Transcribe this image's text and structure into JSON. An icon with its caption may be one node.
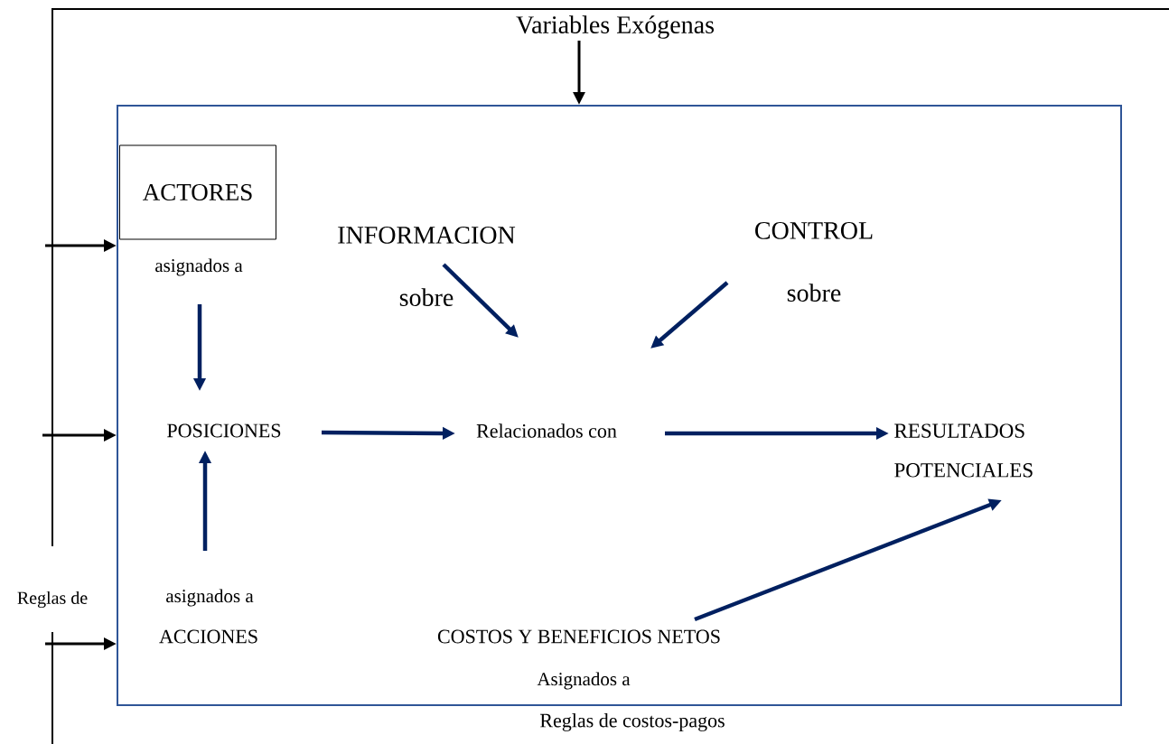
{
  "diagram": {
    "nodes": [
      {
        "text": [
          "Variables Exógenas"
        ]
      },
      {
        "text": [],
        "shape": "box"
      },
      {
        "text": [
          "ACTORES"
        ],
        "in": 1,
        "beside": [
          "asignados a"
        ]
      },
      {
        "text": [
          "INFORMACION",
          "sobre"
        ],
        "in": 1
      },
      {
        "text": [
          "CONTROL",
          "sobre"
        ],
        "in": 1
      },
      {
        "text": [
          "POSICIONES"
        ],
        "in": 1
      },
      {
        "text": [
          "Relacionados con"
        ],
        "in": 1
      },
      {
        "text": [
          "RESULTADOS POTENCIALES"
        ],
        "in": 1
      },
      {
        "text": [
          "ACCIONES"
        ],
        "in": 1,
        "beside": [
          "asignados a"
        ]
      },
      {
        "text": [
          "COSTOS Y BENEFICIOS NETOS"
        ],
        "in": 1,
        "beside": [
          "Asignados a"
        ]
      }
    ],
    "edges": [
      {
        "from": 0,
        "to": 1,
        "arrow": "to",
        "color": "#000000"
      },
      {
        "from": null,
        "to": 1,
        "arrow": "to",
        "color": "#000000"
      },
      {
        "from": null,
        "to": 1,
        "arrow": "to",
        "color": "#000000"
      },
      {
        "from": null,
        "to": 1,
        "arrow": "to",
        "color": "#000000"
      },
      {
        "from": 2,
        "to": 5,
        "arrow": "to"
      },
      {
        "from": 3,
        "to": null,
        "arrow": "to"
      },
      {
        "from": 4,
        "to": null,
        "arrow": "to"
      },
      {
        "from": 5,
        "to": 6,
        "arrow": "to"
      },
      {
        "from": 6,
        "to": 7,
        "arrow": "to"
      },
      {
        "from": 8,
        "to": 5,
        "arrow": "to"
      },
      {
        "from": 9,
        "to": 7,
        "arrow": "to"
      }
    ],
    "labels": [
      "Reglas de",
      "Reglas de costos-pagos"
    ]
  }
}
